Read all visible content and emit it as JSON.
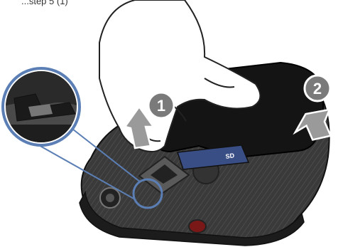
{
  "caption_fragment": "...step 5 (1)",
  "callouts": [
    {
      "number": "1"
    },
    {
      "number": "2"
    }
  ],
  "card_label": "SD",
  "colors": {
    "device_body": "#2a2a2a",
    "battery_cover": "#141414",
    "device_texture": "#4a4a4a",
    "magnifier_ring": "#5b7fb5",
    "callout_fill": "#7a7a7a",
    "arrow_fill": "#9a9a9a",
    "arrow_stroke": "#ffffff",
    "hand_outline": "#222222",
    "memory_card": "#3a4e86",
    "camera_lens": "#7a1818"
  },
  "icons": [
    "lift-arrow-icon",
    "slide-arrow-icon",
    "thumb-release-notch"
  ]
}
